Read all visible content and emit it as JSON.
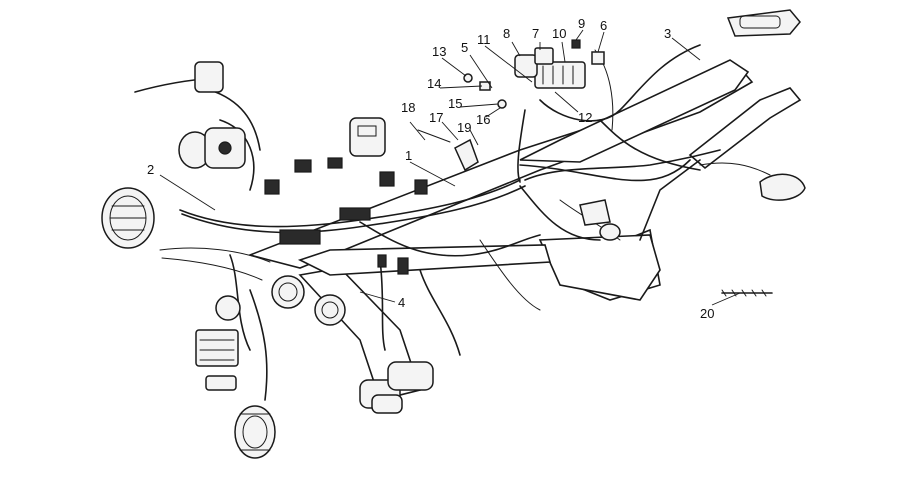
{
  "callouts": [
    {
      "label": "1"
    },
    {
      "label": "2"
    },
    {
      "label": "3"
    },
    {
      "label": "4"
    },
    {
      "label": "5"
    },
    {
      "label": "6"
    },
    {
      "label": "7"
    },
    {
      "label": "8"
    },
    {
      "label": "9"
    },
    {
      "label": "10"
    },
    {
      "label": "11"
    },
    {
      "label": "12"
    },
    {
      "label": "13"
    },
    {
      "label": "14"
    },
    {
      "label": "15"
    },
    {
      "label": "16"
    },
    {
      "label": "17"
    },
    {
      "label": "18"
    },
    {
      "label": "19"
    },
    {
      "label": "20"
    }
  ],
  "colors": {
    "line": "#1a1a1a",
    "background": "#ffffff"
  }
}
